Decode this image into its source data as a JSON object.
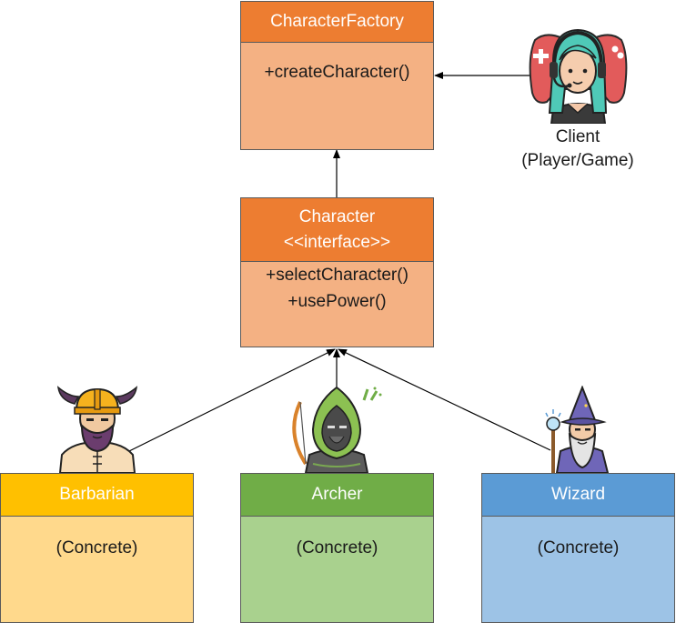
{
  "factory": {
    "title": "CharacterFactory",
    "method": "+createCharacter()",
    "head_color": "#ED7D31",
    "body_color": "#F4B183"
  },
  "character": {
    "title": "Character",
    "stereotype": "<<interface>>",
    "methods": [
      "+selectCharacter()",
      "+usePower()"
    ],
    "head_color": "#ED7D31",
    "body_color": "#F4B183"
  },
  "client": {
    "line1": "Client",
    "line2": "(Player/Game)",
    "icon": "gamer-with-headset-icon"
  },
  "concrete": [
    {
      "name": "Barbarian",
      "note": "(Concrete)",
      "head_color": "#FFC000",
      "body_color": "#FFD98C",
      "icon": "barbarian-icon"
    },
    {
      "name": "Archer",
      "note": "(Concrete)",
      "head_color": "#70AD47",
      "body_color": "#A9D18E",
      "icon": "archer-icon"
    },
    {
      "name": "Wizard",
      "note": "(Concrete)",
      "head_color": "#5B9BD5",
      "body_color": "#9DC3E6",
      "icon": "wizard-icon"
    }
  ]
}
